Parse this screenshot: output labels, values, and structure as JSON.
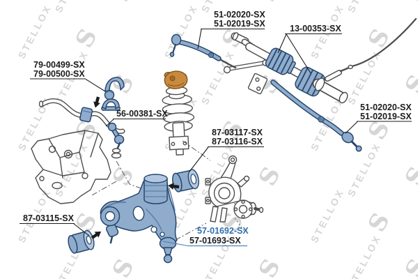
{
  "watermark": {
    "text": "STELLOX",
    "logo_letter": "S"
  },
  "colors": {
    "background": "#ffffff",
    "watermark": "#d6d6d6",
    "label": "#1b1b1b",
    "label_highlight": "#2e6fad",
    "leader_highlight": "#4a7fb5",
    "part_fill": "#8faccd",
    "part_fill_light": "#b3c8e0",
    "part_shade": "#5b7fa8",
    "part_stroke": "#26466b",
    "line_art": "#4d4d4d",
    "dash_line": "#666666",
    "mount_fill": "#c98a3e",
    "mount_stroke": "#81551d",
    "arrow": "#1b1b1b"
  },
  "labels": {
    "tie_rod_top": {
      "line1": "51-02020-SX",
      "line2": "51-02019-SX"
    },
    "boots": {
      "line1": "13-00353-SX"
    },
    "stab_bushing": {
      "line1": "79-00499-SX",
      "line2": "79-00500-SX"
    },
    "stab_link": {
      "line1": "56-00381-SX"
    },
    "arm_rear_bushing": {
      "line1": "87-03117-SX",
      "line2": "87-03116-SX"
    },
    "tie_rod_right": {
      "line1": "51-02020-SX",
      "line2": "51-02019-SX"
    },
    "arm_front_bushing": {
      "line1": "87-03115-SX"
    },
    "control_arm": {
      "line1": "57-01692-SX",
      "line2": "57-01693-SX"
    }
  }
}
